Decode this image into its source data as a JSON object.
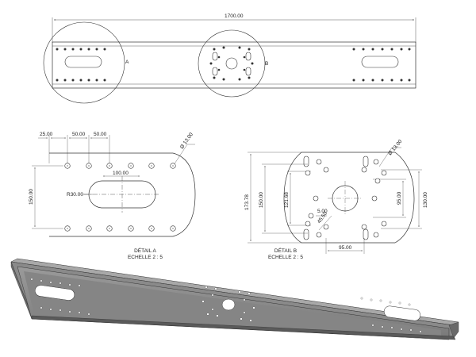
{
  "drawing": {
    "overall_length": "1700.00",
    "view_labels": {
      "a": "A",
      "b": "B"
    },
    "detail_a": {
      "dims": {
        "edge": "25.00",
        "pitch1": "50.00",
        "pitch2": "50.00",
        "hole_dia": "Ø 13.00",
        "slot_length": "100.00",
        "slot_radius": "R30.00",
        "height": "150.00"
      },
      "title": "DÉTAIL A",
      "scale": "ECHELLE 2 : 5"
    },
    "detail_b": {
      "dims": {
        "hole_dia": "Ø 13.00",
        "h_total": "173.78",
        "h_150": "150.00",
        "h_121": "121.68",
        "h_130": "130.00",
        "h_95": "95.00",
        "w_95": "95.00",
        "small_5": "5.00",
        "angle": "45.50"
      },
      "title": "DÉTAIL B",
      "scale": "ECHELLE 2 : 5"
    }
  }
}
